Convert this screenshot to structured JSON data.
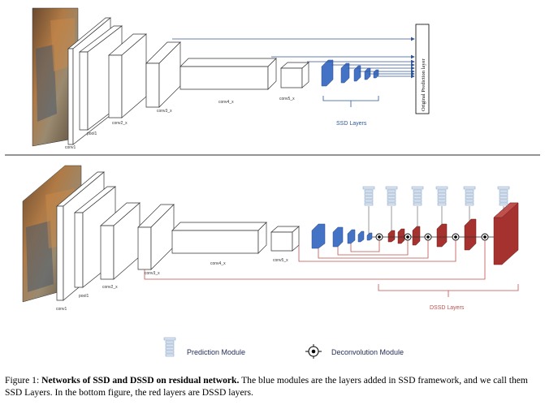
{
  "top": {
    "labels": {
      "conv1": "conv1",
      "pool1": "pool1",
      "conv2": "conv2_x",
      "conv3": "conv3_x",
      "conv4": "conv4_x",
      "conv5": "conv5_x"
    },
    "ssd_layers": "SSD Layers",
    "prediction_layer": "Original Prediction layer"
  },
  "bottom": {
    "labels": {
      "conv1": "conv1",
      "pool1": "pool1",
      "conv2": "conv2_x",
      "conv3": "conv3_x",
      "conv4": "conv4_x",
      "conv5": "conv5_x"
    },
    "dssd_layers": "DSSD Layers"
  },
  "legend": {
    "prediction_module": "Prediction Module",
    "deconvolution_module": "Deconvolution  Module"
  },
  "caption": {
    "prefix": "Figure 1: ",
    "bold": "Networks of SSD and DSSD on residual network.",
    "rest": " The blue modules are the layers added in SSD framework, and we call them SSD Layers. In the bottom figure, the red layers are DSSD layers."
  },
  "colors": {
    "blue": "#4472c4",
    "red": "#a5322e",
    "line_red": "#c0504d",
    "line_blue": "#2f5597"
  }
}
